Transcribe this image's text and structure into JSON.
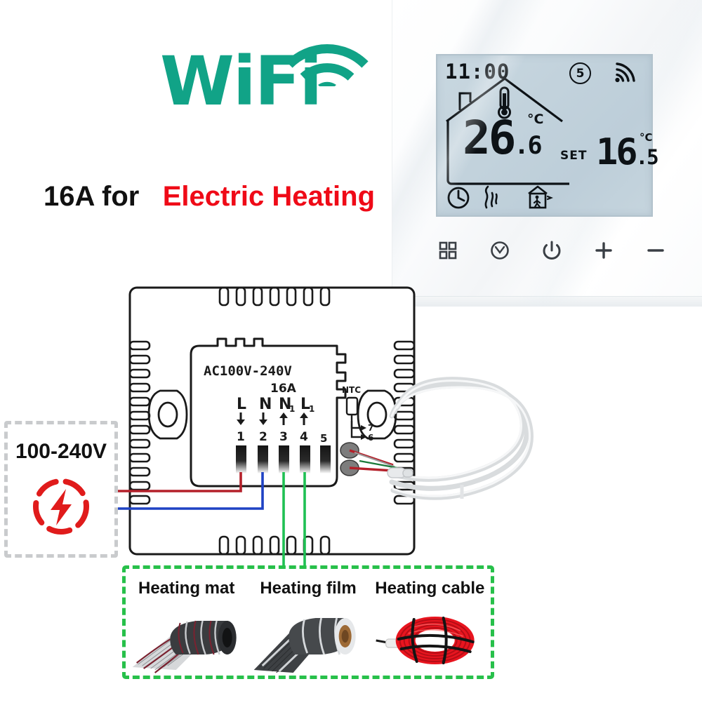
{
  "page": {
    "background": "#ffffff",
    "brand_green": "#11a387",
    "accent_red": "#ef0a17",
    "dashed_green": "#27c04a",
    "dashed_gray": "#c9cbcd"
  },
  "wifi_logo": {
    "text": "WiFi",
    "icon": "wifi-signal-icon",
    "color": "#11a387"
  },
  "tagline": {
    "prefix": "16A for",
    "highlight": "Electric Heating",
    "prefix_color": "#111111",
    "highlight_color": "#ef0a17"
  },
  "thermostat": {
    "panel_color": "#ffffff",
    "lcd": {
      "background": "#c2d2dc",
      "time": "11:00",
      "day_number": "5",
      "wifi_icon": "wifi-signal-icon",
      "room_temp": "26",
      "room_temp_decimal": ".6",
      "room_temp_unit": "°C",
      "set_label": "SET",
      "set_temp": "16",
      "set_temp_decimal": ".5",
      "set_temp_unit": "°C",
      "status_icons": [
        "clock-icon",
        "heating-waves-icon",
        "away-home-icon"
      ],
      "house_icon": "house-outline-icon",
      "thermometer_icon": "thermometer-icon"
    },
    "buttons": [
      {
        "name": "menu-button",
        "icon": "grid-squares-icon"
      },
      {
        "name": "clock-button",
        "icon": "clock-icon"
      },
      {
        "name": "power-button",
        "icon": "power-icon"
      },
      {
        "name": "increase-button",
        "icon": "plus-icon"
      },
      {
        "name": "decrease-button",
        "icon": "minus-icon"
      }
    ]
  },
  "wiring": {
    "voltage_label": "AC100V-240V",
    "current_rating": "16A",
    "sensor_label": "NTC",
    "sensor_terminals": [
      "7",
      "6"
    ],
    "terminals": [
      {
        "label": "L",
        "sub": "",
        "arrow": "down",
        "number": "1",
        "wire_color": "#b4202a"
      },
      {
        "label": "N",
        "sub": "",
        "arrow": "down",
        "number": "2",
        "wire_color": "#1f42c4"
      },
      {
        "label": "N",
        "sub": "1",
        "arrow": "up",
        "number": "3",
        "wire_color": "#1fc053"
      },
      {
        "label": "L",
        "sub": "1",
        "arrow": "up",
        "number": "4",
        "wire_color": "#1fc053"
      },
      {
        "label": "",
        "sub": "",
        "arrow": "none",
        "number": "5",
        "wire_color": ""
      }
    ],
    "probe": "ntc-sensor-cable"
  },
  "power_source": {
    "label": "100-240V",
    "icon": "lightning-bolt-icon",
    "icon_color": "#e01b1b",
    "border_color": "#c9cbcd"
  },
  "heating_options": {
    "border_color": "#27c04a",
    "items": [
      {
        "label": "Heating mat",
        "image": "heating-mat-photo"
      },
      {
        "label": "Heating film",
        "image": "heating-film-photo"
      },
      {
        "label": "Heating cable",
        "image": "heating-cable-photo"
      }
    ]
  }
}
